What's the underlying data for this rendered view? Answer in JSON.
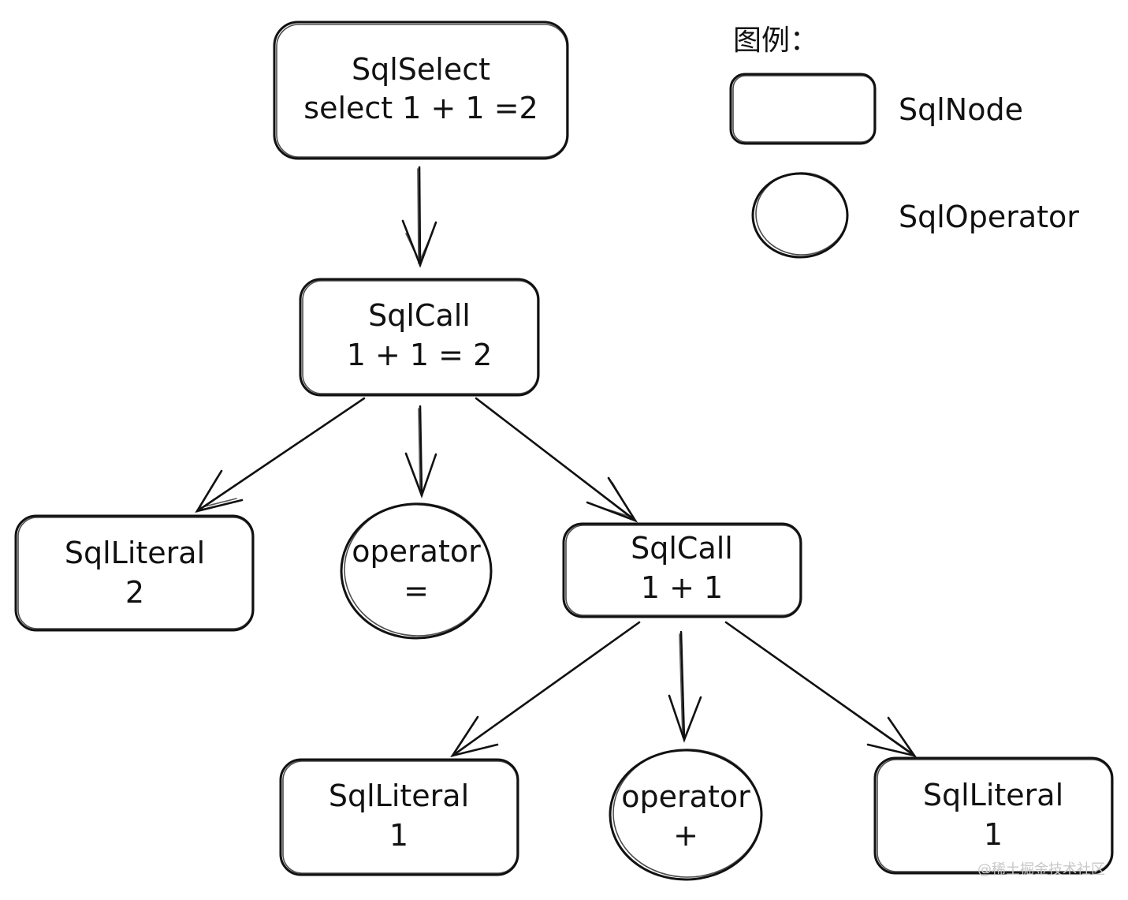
{
  "legend": {
    "title": "图例：",
    "items": [
      {
        "shape": "rounded-rectangle",
        "label": "SqlNode"
      },
      {
        "shape": "circle",
        "label": "SqlOperator"
      }
    ]
  },
  "nodes": {
    "root": {
      "line1": "SqlSelect",
      "line2": "select 1 + 1 =2"
    },
    "call_eq": {
      "line1": "SqlCall",
      "line2": "1 + 1 = 2"
    },
    "literal_2": {
      "line1": "SqlLiteral",
      "line2": "2"
    },
    "op_eq": {
      "line1": "operator",
      "line2": "="
    },
    "call_plus": {
      "line1": "SqlCall",
      "line2": "1 + 1"
    },
    "literal_1_left": {
      "line1": "SqlLiteral",
      "line2": "1"
    },
    "op_plus": {
      "line1": "operator",
      "line2": "+"
    },
    "literal_1_right": {
      "line1": "SqlLiteral",
      "line2": "1"
    }
  },
  "edges": [
    {
      "from": "root",
      "to": "call_eq"
    },
    {
      "from": "call_eq",
      "to": "literal_2"
    },
    {
      "from": "call_eq",
      "to": "op_eq"
    },
    {
      "from": "call_eq",
      "to": "call_plus"
    },
    {
      "from": "call_plus",
      "to": "literal_1_left"
    },
    {
      "from": "call_plus",
      "to": "op_plus"
    },
    {
      "from": "call_plus",
      "to": "literal_1_right"
    }
  ],
  "watermark": "@稀土掘金技术社区",
  "colors": {
    "stroke": "#111111",
    "background": "#ffffff",
    "watermark": "#c8c8c8"
  }
}
